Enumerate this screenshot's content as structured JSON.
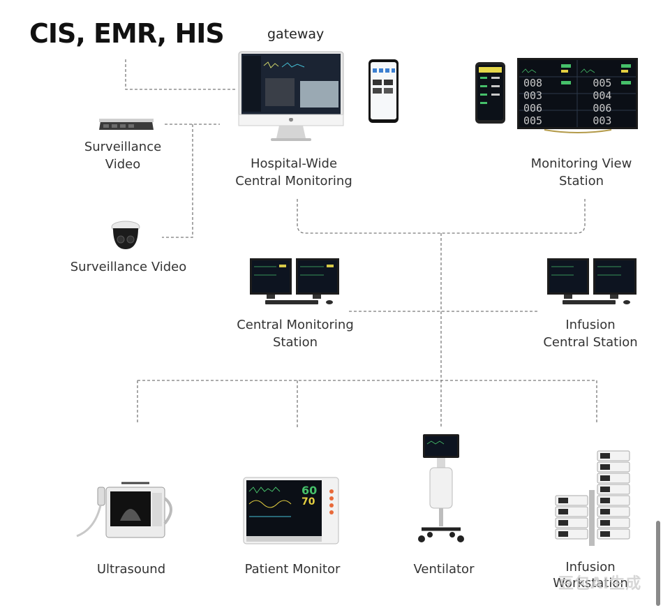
{
  "title": "CIS, EMR, HIS",
  "gateway": "gateway",
  "nodes": {
    "surveillance_video_1": [
      "Surveillance",
      "Video"
    ],
    "surveillance_video_2": [
      "Surveillance Video"
    ],
    "hospital_wide": [
      "Hospital-Wide",
      "Central Monitoring"
    ],
    "monitoring_view": [
      "Monitoring View",
      "Station"
    ],
    "central_monitoring": [
      "Central Monitoring",
      "Station"
    ],
    "infusion_central": [
      "Infusion",
      "Central Station"
    ],
    "ultrasound": [
      "Ultrasound"
    ],
    "patient_monitor": [
      "Patient Monitor"
    ],
    "ventilator": [
      "Ventilator"
    ],
    "infusion_workstation": [
      "Infusion",
      "Workstation"
    ]
  },
  "monitor_readings": {
    "hr": "60",
    "spo2": "70"
  },
  "tv_tiles": [
    "008",
    "005",
    "003",
    "004",
    "006",
    "006",
    "005",
    "003"
  ],
  "watermark": "豆包AI生成",
  "colors": {
    "line": "#777777",
    "screen": "#1a2230",
    "frame": "#2a2a2a"
  }
}
